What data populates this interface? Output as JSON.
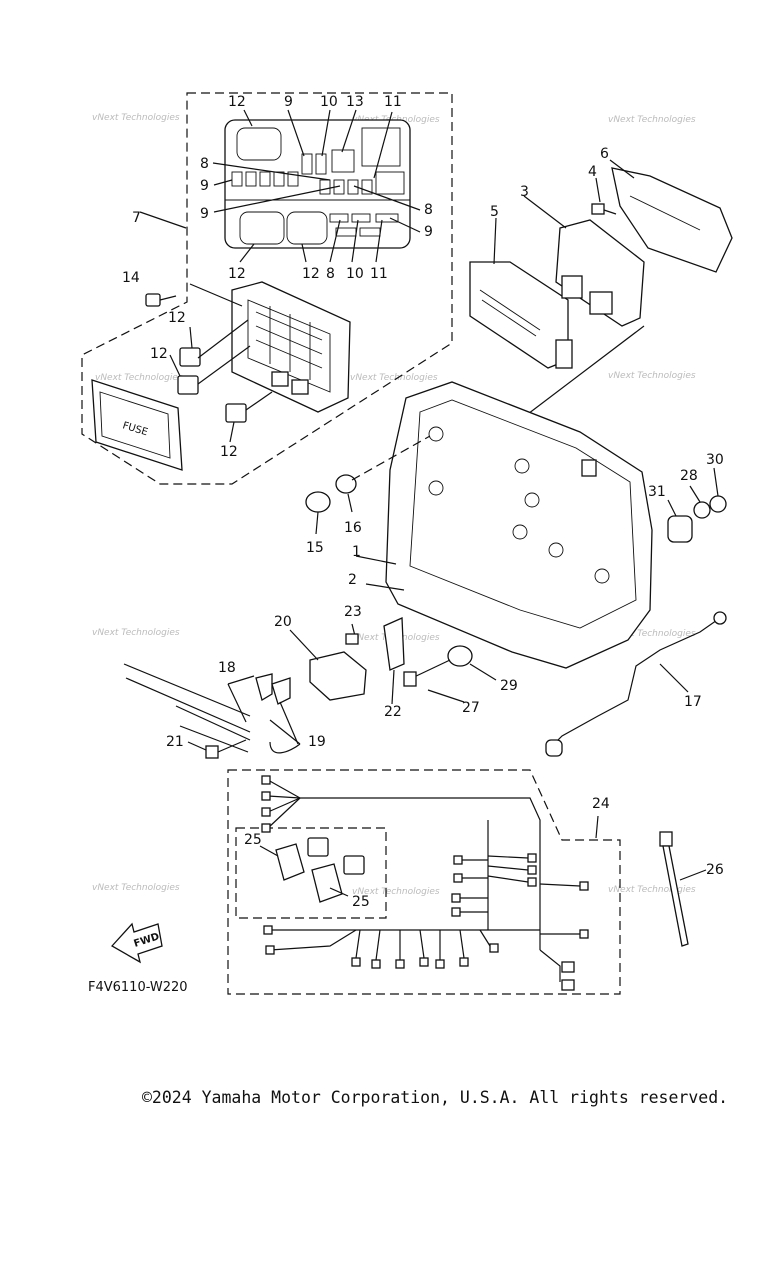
{
  "diagram": {
    "callouts": [
      "1",
      "2",
      "3",
      "4",
      "5",
      "6",
      "7",
      "8",
      "9",
      "10",
      "11",
      "12",
      "13",
      "14",
      "15",
      "16",
      "17",
      "18",
      "19",
      "20",
      "21",
      "22",
      "23",
      "24",
      "25",
      "26",
      "27",
      "28",
      "29",
      "30",
      "31"
    ],
    "part_code": "F4V6110-W220",
    "fuse_label": "FUSE",
    "fwd_label": "FWD",
    "watermark": "vNext Technologies"
  },
  "footer": {
    "copyright": "©2024 Yamaha Motor Corporation, U.S.A. All rights reserved."
  }
}
